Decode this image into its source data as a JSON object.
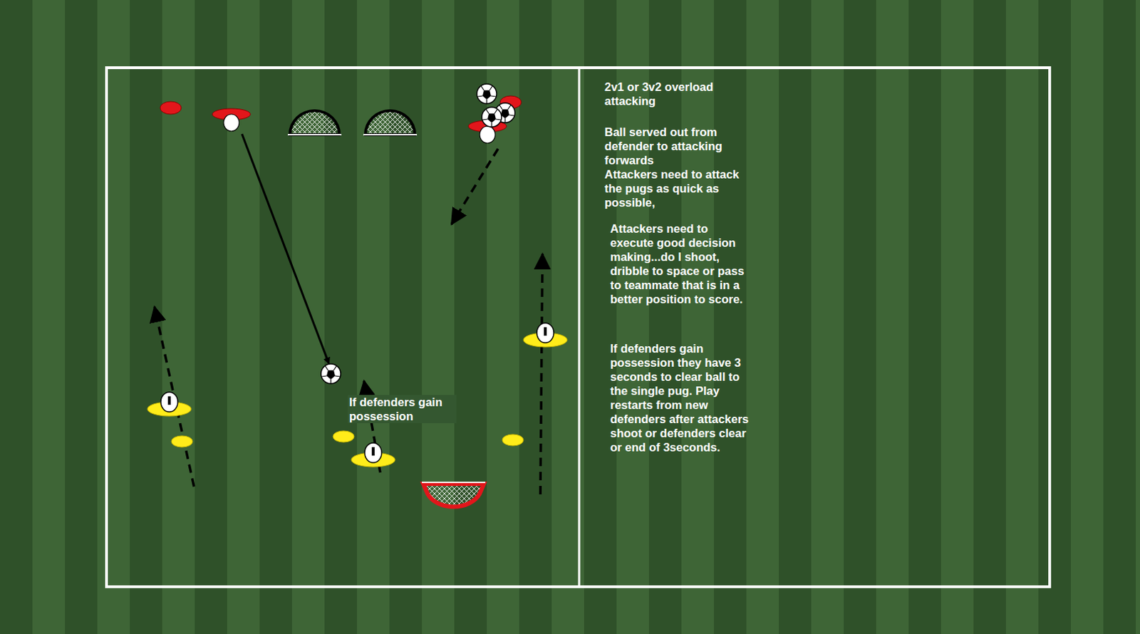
{
  "diagram": {
    "title": "2v1 or 3v2 overload attacking",
    "labels": [
      "Ball served out from defender to attacking forwards",
      "Attackers need to attack the pugs as quick as possible,",
      "Attackers need to execute good decision making...do I shoot, dribble to space or pass to teammate that is in a better position to score.",
      "If defenders gain possession they have 3 seconds to clear ball to the single pug. Play restarts from new defenders after attackers shoot or defenders clear or end of 3seconds.",
      "If defenders gain possession"
    ]
  }
}
